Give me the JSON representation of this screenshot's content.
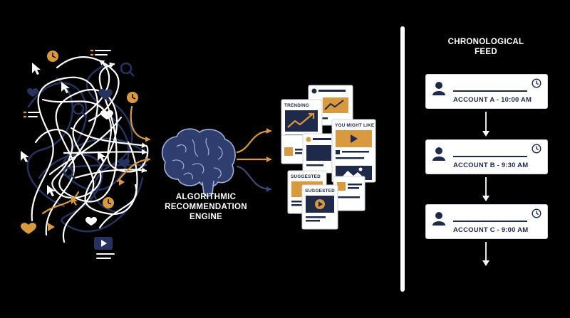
{
  "engine": {
    "line1": "ALGORITHMIC",
    "line2": "RECOMMENDATION",
    "line3": "ENGINE"
  },
  "cards": {
    "trending": "TRENDING",
    "you_might_like": "YOU MIGHT LIKE",
    "suggested_1": "SUGGESTED",
    "suggested_2": "SUGGESTED"
  },
  "feed": {
    "title_line1": "CHRONOLOGICAL",
    "title_line2": "FEED",
    "items": [
      {
        "label": "ACCOUNT A - 10:00 AM"
      },
      {
        "label": "ACCOUNT B - 9:30 AM"
      },
      {
        "label": "ACCOUNT C - 9:00 AM"
      }
    ]
  },
  "colors": {
    "background": "#000000",
    "orange": "#d9993f",
    "navy": "#1f2a4a",
    "white": "#ffffff"
  },
  "icons": [
    "clock-icon",
    "heart-icon",
    "cursor-icon",
    "search-icon",
    "play-icon",
    "list-icon",
    "brain-icon",
    "avatar-icon",
    "chevron-right-icon"
  ]
}
